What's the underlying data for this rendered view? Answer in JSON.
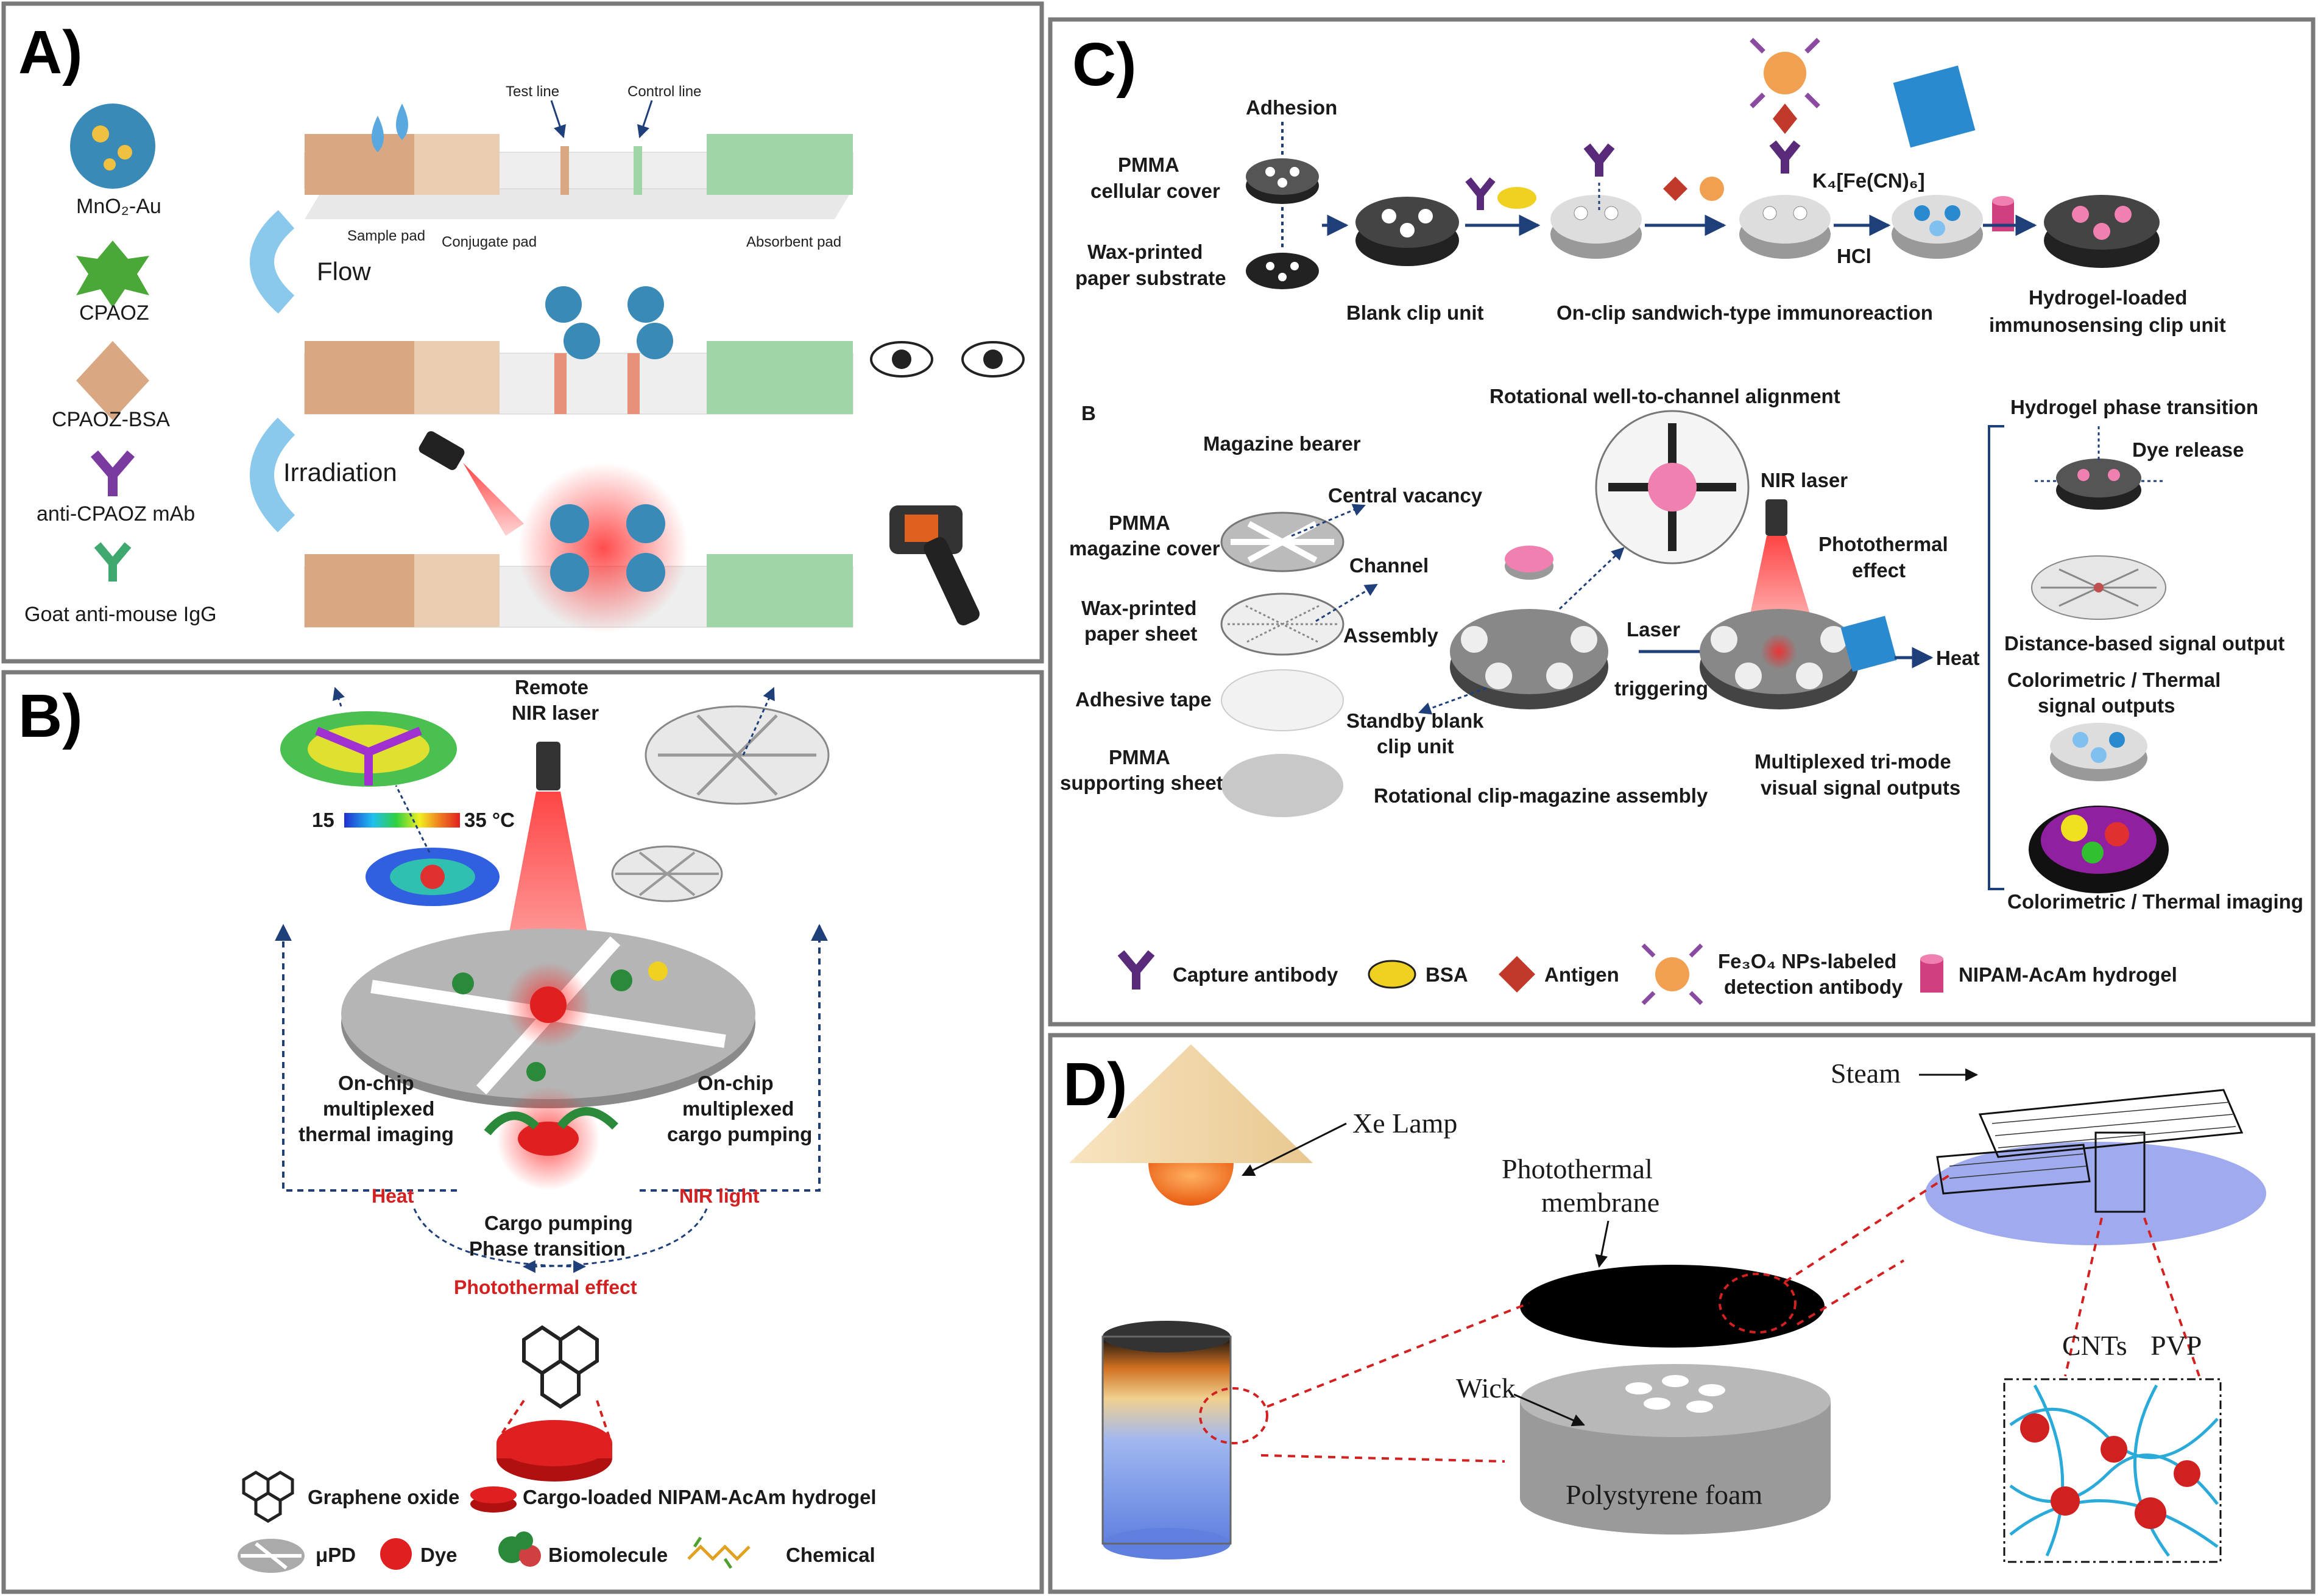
{
  "panelA": {
    "letter": "A)",
    "legend": [
      "MnO₂-Au",
      "CPAOZ",
      "CPAOZ-BSA",
      "anti-CPAOZ mAb",
      "Goat anti-mouse IgG"
    ],
    "strip_labels": {
      "test_line": "Test line",
      "control_line": "Control line",
      "sample_pad": "Sample pad",
      "conjugate_pad": "Conjugate pad",
      "absorbent_pad": "Absorbent pad"
    },
    "steps": [
      "Flow",
      "Irradiation"
    ]
  },
  "panelB": {
    "letter": "B)",
    "remote_nir_1": "Remote",
    "remote_nir_2": "NIR laser",
    "scale_min": "15",
    "scale_max": "35 °C",
    "left_caption": [
      "On-chip",
      "multiplexed",
      "thermal imaging"
    ],
    "right_caption": [
      "On-chip",
      "multiplexed",
      "cargo pumping"
    ],
    "heat": "Heat",
    "nir_light": "NIR light",
    "center_1": "Cargo pumping",
    "center_2": "Phase transition",
    "photothermal": "Photothermal effect",
    "legend": {
      "graphene": "Graphene oxide",
      "hydrogel": "Cargo-loaded NIPAM-AcAm hydrogel",
      "upd": "μPD",
      "dye": "Dye",
      "biomolecule": "Biomolecule",
      "chemical": "Chemical"
    }
  },
  "panelC": {
    "letter": "C)",
    "sublabel": "B",
    "adhesion": "Adhesion",
    "pmma_cover_1": "PMMA",
    "pmma_cover_2": "cellular cover",
    "wax_1": "Wax-printed",
    "wax_2": "paper substrate",
    "blank_clip": "Blank clip unit",
    "onclip": "On-clip sandwich-type immunoreaction",
    "k4": "K₄[Fe(CN)₆]",
    "hcl": "HCl",
    "hydrogel_loaded_1": "Hydrogel-loaded",
    "hydrogel_loaded_2": "immunosensing clip unit",
    "rot_align": "Rotational well-to-channel alignment",
    "magazine_bearer": "Magazine bearer",
    "central_vacancy": "Central vacancy",
    "pmma_mag_1": "PMMA",
    "pmma_mag_2": "magazine cover",
    "channel": "Channel",
    "wax_sheet_1": "Wax-printed",
    "wax_sheet_2": "paper sheet",
    "assembly": "Assembly",
    "adhesive_tape": "Adhesive tape",
    "standby_1": "Standby blank",
    "standby_2": "clip unit",
    "pmma_support_1": "PMMA",
    "pmma_support_2": "supporting sheet",
    "rot_clip": "Rotational clip-magazine assembly",
    "nir_laser": "NIR laser",
    "photothermal_1": "Photothermal",
    "photothermal_2": "effect",
    "laser": "Laser",
    "triggering": "triggering",
    "heat": "Heat",
    "multiplexed_1": "Multiplexed tri-mode",
    "multiplexed_2": "visual signal outputs",
    "hydrogel_phase": "Hydrogel phase transition",
    "dye_release": "Dye release",
    "distance": "Distance-based signal output",
    "colorimetric_1": "Colorimetric / Thermal",
    "colorimetric_2": "signal outputs",
    "colorimetric_imaging": "Colorimetric / Thermal imaging",
    "legend": {
      "capture": "Capture antibody",
      "bsa": "BSA",
      "antigen": "Antigen",
      "fe3o4_1": "Fe₃O₄ NPs-labeled",
      "fe3o4_2": "detection antibody",
      "nipam": "NIPAM-AcAm hydrogel"
    }
  },
  "panelD": {
    "letter": "D)",
    "xe_lamp": "Xe Lamp",
    "photothermal_1": "Photothermal",
    "photothermal_2": "membrane",
    "steam": "Steam",
    "wick": "Wick",
    "foam": "Polystyrene foam",
    "cnts": "CNTs",
    "pvp": "PVP"
  },
  "colors": {
    "border": "#7a7a7a",
    "red": "#d32020",
    "navy": "#1f3f7a",
    "green": "#3fa86e",
    "tan": "#d9a882"
  }
}
